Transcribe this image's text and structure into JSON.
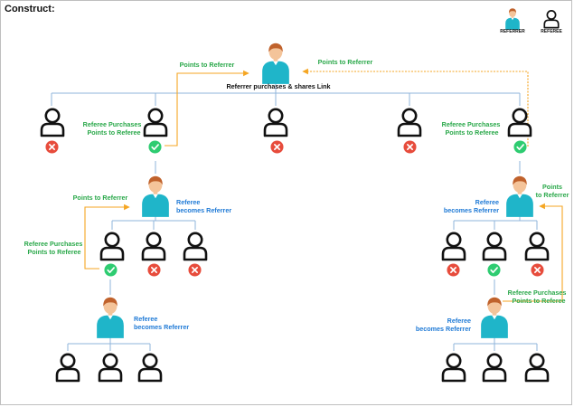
{
  "title": "Construct:",
  "legend": {
    "referrer": "REFERRER",
    "referee": "REFEREE"
  },
  "labels": {
    "top_caption": "Referrer purchases & shares Link",
    "points_to_referrer": "Points to Referrer",
    "referee_purchases": "Referee Purchases",
    "points_to_referee": "Points to Referee",
    "referee_purchases_tight": "Referee Purchases",
    "points_to_referee_tight": "Points to Referee",
    "referee": "Referee",
    "becomes_referrer": "becomes Referrer",
    "points": "Points",
    "to_referrer": "to Referrer"
  },
  "colors": {
    "line": "#8fb4db",
    "arrow": "#f5a623",
    "check": "#2ecc71",
    "cross": "#e74c3c",
    "shirt": "#1fb5c9",
    "skin": "#f4c49a",
    "hair": "#c0622c",
    "green_text": "#2aa84a",
    "blue_text": "#1f7ad6"
  },
  "icons": [
    "referrer-person-icon",
    "referee-person-icon",
    "check-icon",
    "cross-icon"
  ]
}
